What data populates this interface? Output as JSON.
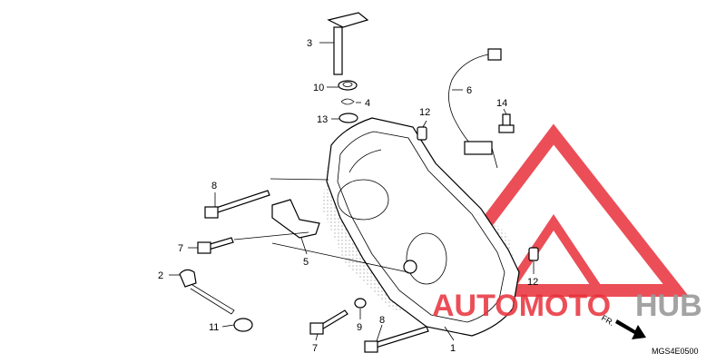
{
  "diagram": {
    "code": "MGS4E0500",
    "front_label": "FR.",
    "callouts": {
      "c1": "1",
      "c2": "2",
      "c3": "3",
      "c4": "4",
      "c5": "5",
      "c6": "6",
      "c7a": "7",
      "c7b": "7",
      "c8a": "8",
      "c8b": "8",
      "c9": "9",
      "c10": "10",
      "c11": "11",
      "c12a": "12",
      "c12b": "12",
      "c13": "13",
      "c14": "14"
    }
  },
  "watermark": {
    "text_part1": "AUTOMOTO",
    "text_part2": "HUB",
    "color_red": "#e8303a",
    "color_gray": "#9a9a9a"
  }
}
